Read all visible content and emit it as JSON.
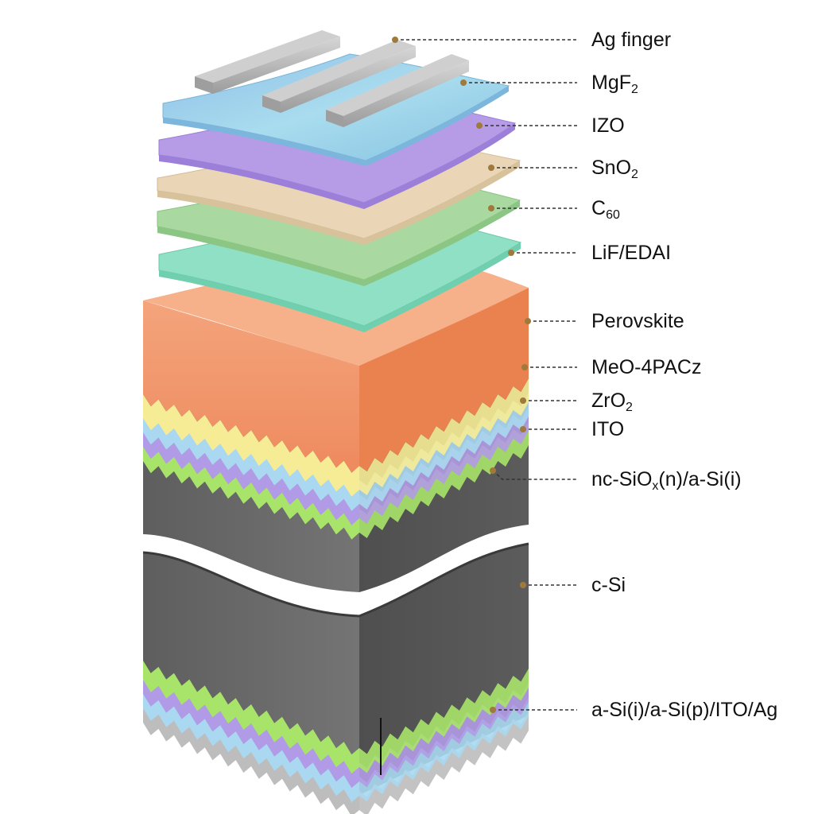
{
  "labels": [
    {
      "key": "ag",
      "main": "Ag finger",
      "sub": "",
      "tail": ""
    },
    {
      "key": "mgf",
      "main": "MgF",
      "sub": "2",
      "tail": ""
    },
    {
      "key": "izo",
      "main": "IZO",
      "sub": "",
      "tail": ""
    },
    {
      "key": "sno",
      "main": "SnO",
      "sub": "2",
      "tail": ""
    },
    {
      "key": "c60",
      "main": "C",
      "sub": "60",
      "tail": ""
    },
    {
      "key": "lif",
      "main": "LiF/EDAI",
      "sub": "",
      "tail": ""
    },
    {
      "key": "pvk",
      "main": "Perovskite",
      "sub": "",
      "tail": ""
    },
    {
      "key": "meo",
      "main": "MeO-4PACz",
      "sub": "",
      "tail": ""
    },
    {
      "key": "zro",
      "main": "ZrO",
      "sub": "2",
      "tail": ""
    },
    {
      "key": "ito",
      "main": "ITO",
      "sub": "",
      "tail": ""
    },
    {
      "key": "ncsi",
      "main": "nc-SiO",
      "sub": "x",
      "tail": "(n)/a-Si(i)"
    },
    {
      "key": "csi",
      "main": "c-Si",
      "sub": "",
      "tail": ""
    },
    {
      "key": "back",
      "main": "a-Si(i)/a-Si(p)/ITO/Ag",
      "sub": "",
      "tail": ""
    }
  ],
  "colors": {
    "mgf2": "#9fd2ea",
    "izo": "#b69be6",
    "sno2": "#ead6b6",
    "c60": "#a9d9a0",
    "lif": "#8fe0c4",
    "perovskite": "#f0956a",
    "meo": "#f7ec96",
    "zro2": "#a9d8f0",
    "ito": "#b19be6",
    "ncsi": "#a8e36a",
    "silicon": "#6a6a6a",
    "ag": "#bdbdbd",
    "dot": "#a07a3c"
  }
}
